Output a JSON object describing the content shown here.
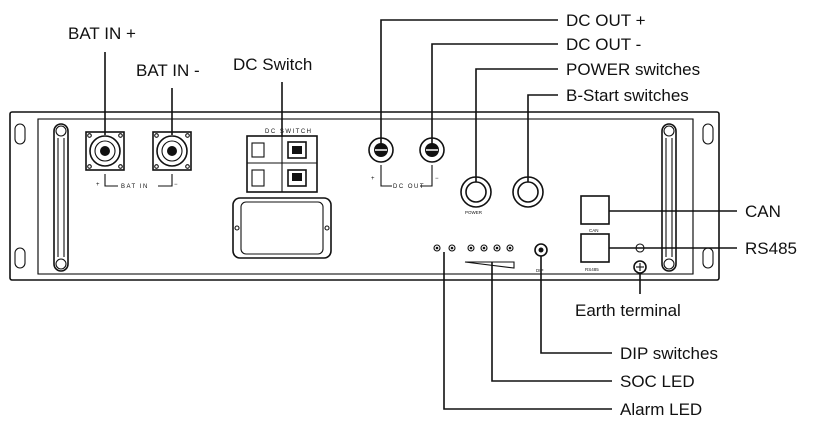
{
  "callouts": {
    "bat_in_plus": "BAT IN +",
    "bat_in_minus": "BAT IN -",
    "dc_switch": "DC Switch",
    "dc_out_plus": "DC OUT +",
    "dc_out_minus": "DC OUT -",
    "power_switches": "POWER switches",
    "b_start_switches": "B-Start switches",
    "can": "CAN",
    "rs485": "RS485",
    "earth_terminal": "Earth terminal",
    "dip_switches": "DIP switches",
    "soc_led": "SOC LED",
    "alarm_led": "Alarm LED"
  },
  "panel_labels": {
    "dc_switch": "DC SWITCH",
    "bat_in": "BAT IN",
    "dc_out": "DC OUT",
    "plus": "+",
    "minus": "−",
    "power": "POWER",
    "dip": "DIP",
    "can": "CAN",
    "rs485": "RS485"
  }
}
